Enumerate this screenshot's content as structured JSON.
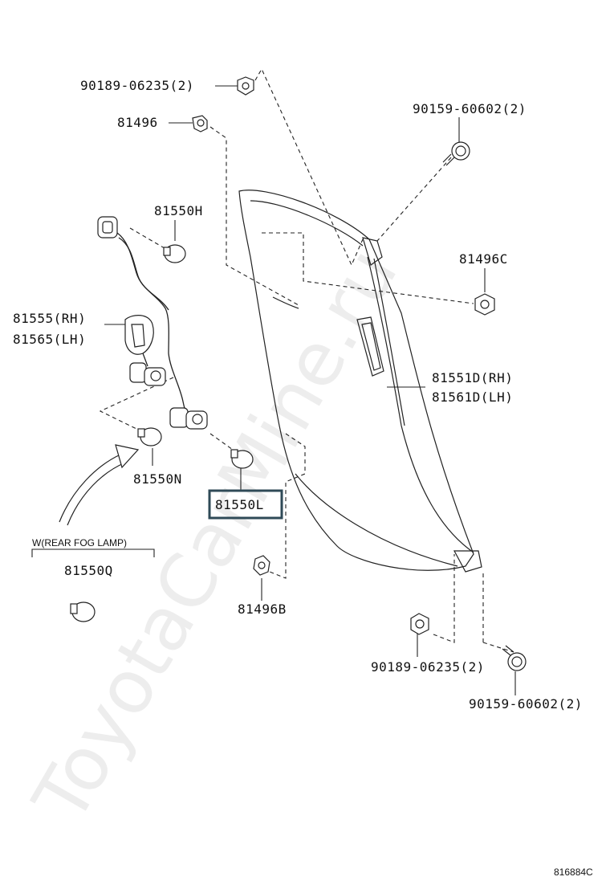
{
  "labels": {
    "bolt_top_left": "90189-06235(2)",
    "clip_81496": "81496",
    "screw_top_right": "90159-60602(2)",
    "bulb_81550h": "81550H",
    "clip_81496c": "81496C",
    "socket_rh": "81555(RH)",
    "socket_lh": "81565(LH)",
    "lamp_rh": "81551D(RH)",
    "lamp_lh": "81561D(LH)",
    "bulb_81550n": "81550N",
    "bulb_81550l": "81550L",
    "rear_fog_note": "W(REAR FOG LAMP)",
    "bulb_81550q": "81550Q",
    "clip_81496b": "81496B",
    "bolt_bottom": "90189-06235(2)",
    "screw_bottom": "90159-60602(2)",
    "diagram_code": "816884C"
  },
  "watermark": "ToyotaCarMine.ru",
  "highlight_color": "#2f4a57"
}
